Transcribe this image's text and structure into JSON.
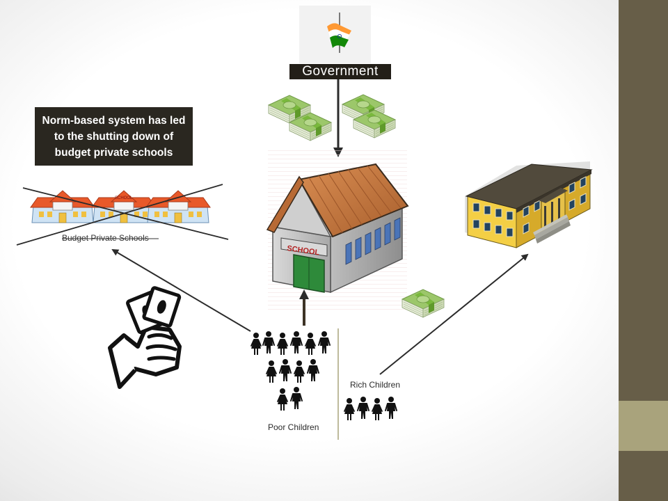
{
  "slide": {
    "government_label": "Government",
    "callout_text": "Norm-based system has led to the shutting down of budget private schools",
    "budget_schools_label": "Budget Private Schools",
    "school_sign": "SCHOOL",
    "mini_school_sign": "SCHOOL",
    "poor_children_label": "Poor Children",
    "rich_children_label": "Rich Children"
  },
  "colors": {
    "sidebar": "#675e48",
    "sidebar_accent": "#a9a37c",
    "callout_bg": "#2a2720",
    "label_bg": "#231f18",
    "roof": "#c8773e",
    "door": "#2e8a3a",
    "money": "#8fbf5a",
    "arrow": "#2b2b2b"
  },
  "icons": [
    "flag-icon",
    "money-stack-icon",
    "school-building-icon",
    "cross-out-icon",
    "hand-with-money-icon",
    "child-figure-icon",
    "big-building-icon"
  ]
}
